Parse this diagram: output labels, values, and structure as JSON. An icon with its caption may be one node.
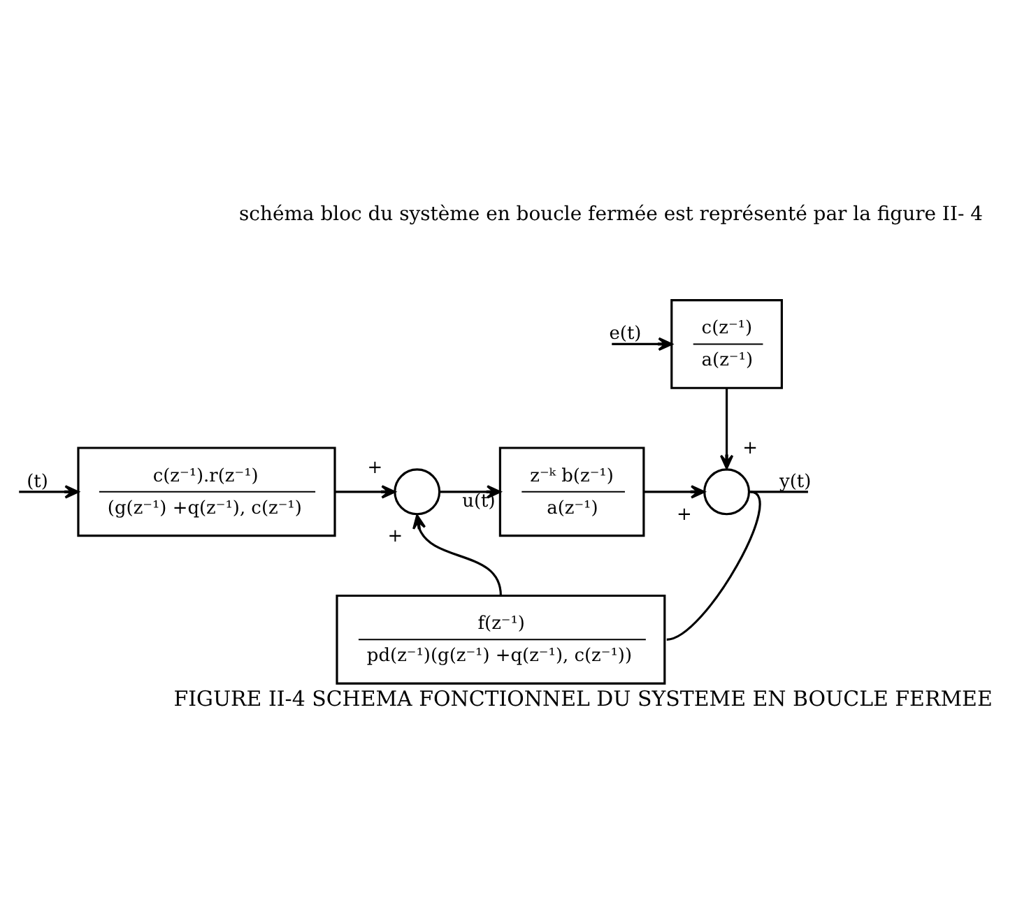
{
  "diagram": {
    "caption": "FIGURE II-4 SCHEMA FONCTIONNEL DU SYSTEME EN BOUCLE FERMEE",
    "nodes": [
      {
        "text": [
          "c(z⁻¹).r(z⁻¹)",
          "(g(z⁻¹) +q(z⁻¹), c(z⁻¹)"
        ]
      },
      {
        "text": [],
        "shape": "circle"
      },
      {
        "text": [
          "z⁻ᵏ b(z⁻¹)",
          "a(z⁻¹)"
        ]
      },
      {
        "text": [
          "c(z⁻¹)",
          "a(z⁻¹)"
        ]
      },
      {
        "text": [],
        "shape": "circle"
      },
      {
        "text": [
          "f(z⁻¹)",
          "pd(z⁻¹)(g(z⁻¹) +q(z⁻¹), c(z⁻¹))"
        ]
      }
    ],
    "edges": [
      {
        "from": null,
        "to": 0,
        "arrow": "to",
        "label": "(t)"
      },
      {
        "from": 0,
        "to": 1,
        "arrow": "to",
        "label": "+"
      },
      {
        "from": 1,
        "to": 2,
        "arrow": "to",
        "label": "u(t)"
      },
      {
        "from": 5,
        "to": 1,
        "arrow": "to",
        "label": "+"
      },
      {
        "from": null,
        "to": 3,
        "arrow": "to",
        "label": "e(t)"
      },
      {
        "from": 3,
        "to": 4,
        "arrow": "to",
        "label": "+"
      },
      {
        "from": 2,
        "to": 4,
        "arrow": "to",
        "label": "+"
      },
      {
        "from": 4,
        "to": null,
        "arrow": "none",
        "label": "y(t)"
      },
      {
        "from": 4,
        "to": 5,
        "arrow": "none"
      }
    ],
    "labels": [
      "schéma bloc du système en boucle fermée est représenté par la figure II- 4"
    ]
  }
}
